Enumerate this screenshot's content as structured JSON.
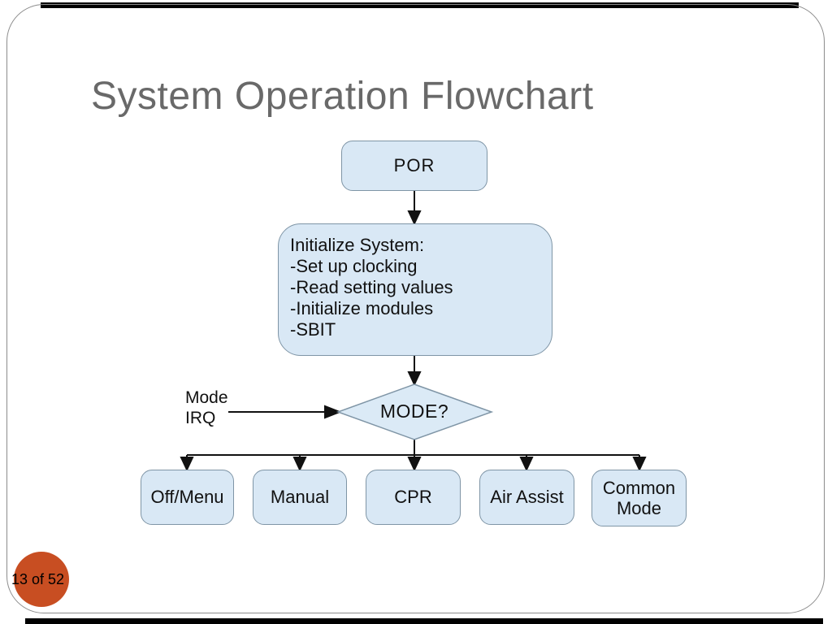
{
  "slide": {
    "title": "System Operation Flowchart",
    "page_indicator": "13 of 52"
  },
  "flowchart": {
    "start_node": "POR",
    "init_node": "Initialize System:\n-Set up clocking\n-Read setting values\n-Initialize modules\n-SBIT",
    "decision_node": "MODE?",
    "interrupt_label": "Mode\nIRQ",
    "modes": [
      {
        "label": "Off/Menu"
      },
      {
        "label": "Manual"
      },
      {
        "label": "CPR"
      },
      {
        "label": "Air Assist"
      },
      {
        "label": "Common Mode"
      }
    ]
  },
  "colors": {
    "node_fill": "#d9e8f5",
    "node_border": "#7f95a6",
    "connector": "#111111",
    "accent_circle": "#c84e22",
    "title_text": "#696969"
  }
}
